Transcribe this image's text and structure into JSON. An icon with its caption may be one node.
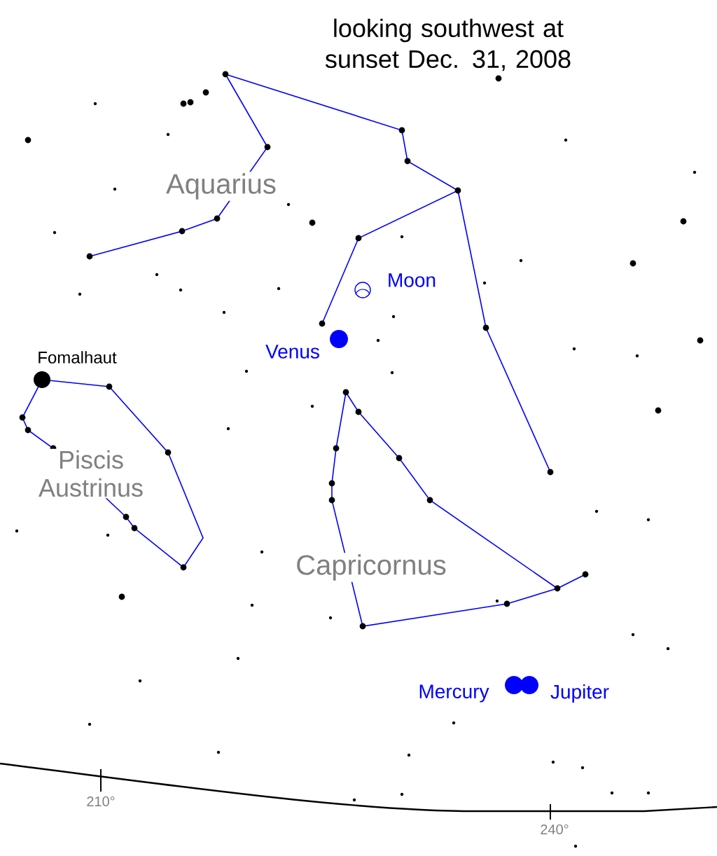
{
  "diagram": {
    "title": "looking southwest at sunset Dec. 31, 2008",
    "labels": [
      "Aquarius",
      "Moon",
      "Venus",
      "Fomalhaut",
      "Piscis Austrinus",
      "Capricornus",
      "Mercury",
      "Jupiter",
      "210°",
      "240°"
    ]
  }
}
